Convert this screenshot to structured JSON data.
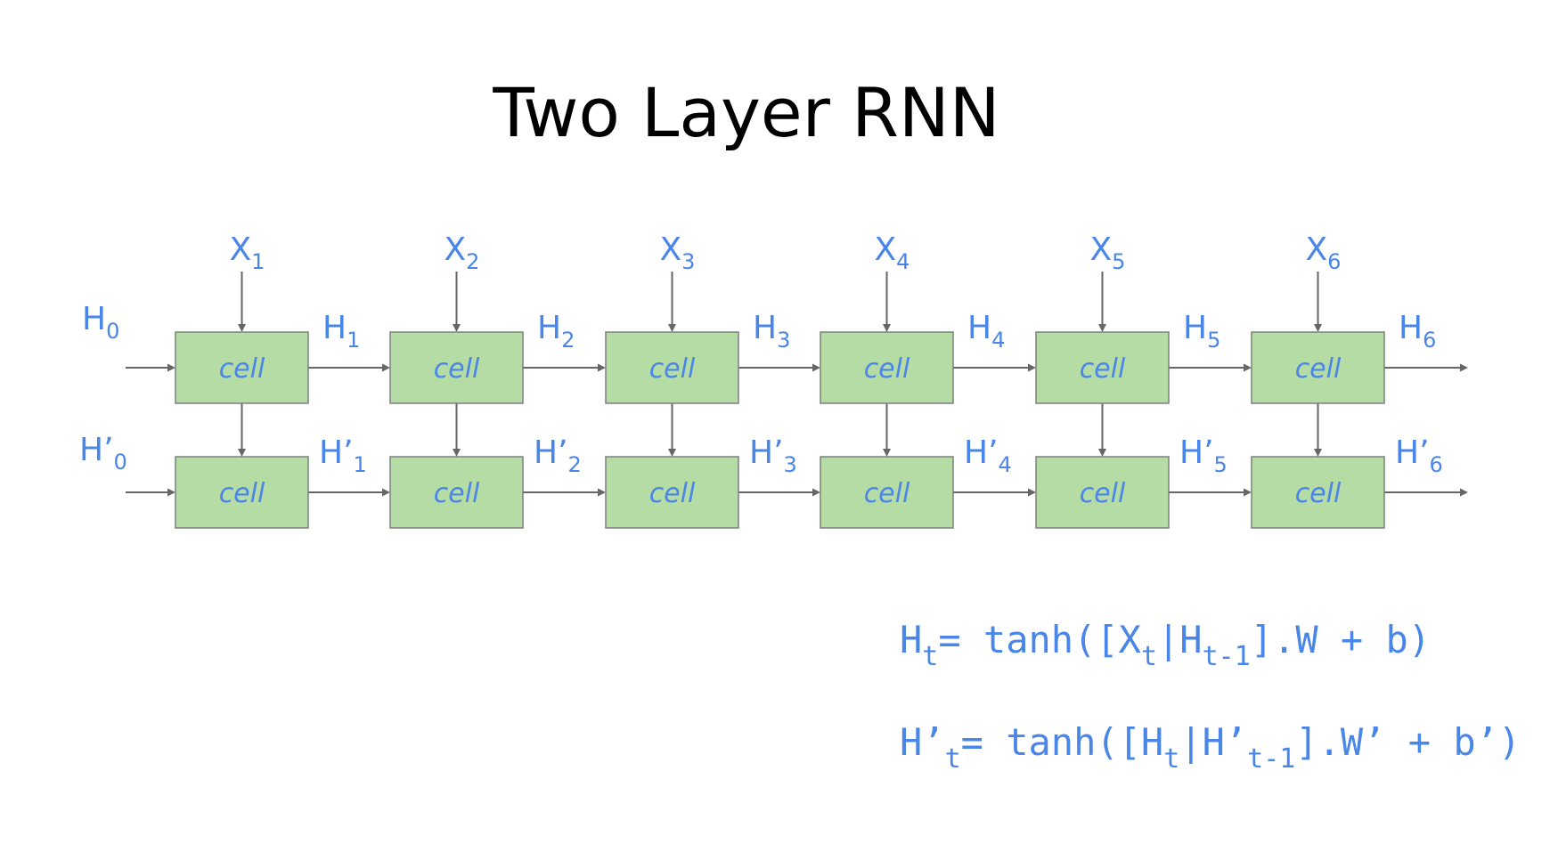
{
  "title": "Two Layer RNN",
  "diagram": {
    "cell_label": "cell",
    "inputs": [
      {
        "base": "X",
        "sub": "1"
      },
      {
        "base": "X",
        "sub": "2"
      },
      {
        "base": "X",
        "sub": "3"
      },
      {
        "base": "X",
        "sub": "4"
      },
      {
        "base": "X",
        "sub": "5"
      },
      {
        "base": "X",
        "sub": "6"
      }
    ],
    "layer1_states": [
      {
        "base": "H",
        "sub": "0"
      },
      {
        "base": "H",
        "sub": "1"
      },
      {
        "base": "H",
        "sub": "2"
      },
      {
        "base": "H",
        "sub": "3"
      },
      {
        "base": "H",
        "sub": "4"
      },
      {
        "base": "H",
        "sub": "5"
      },
      {
        "base": "H",
        "sub": "6"
      }
    ],
    "layer2_states": [
      {
        "base": "H’",
        "sub": "0"
      },
      {
        "base": "H’",
        "sub": "1"
      },
      {
        "base": "H’",
        "sub": "2"
      },
      {
        "base": "H’",
        "sub": "3"
      },
      {
        "base": "H’",
        "sub": "4"
      },
      {
        "base": "H’",
        "sub": "5"
      },
      {
        "base": "H’",
        "sub": "6"
      }
    ]
  },
  "formulas": [
    {
      "parts": [
        {
          "t": "H"
        },
        {
          "t": "t",
          "sub": true
        },
        {
          "t": "= tanh([X"
        },
        {
          "t": "t",
          "sub": true
        },
        {
          "t": "|H"
        },
        {
          "t": "t-1",
          "sub": true
        },
        {
          "t": "].W + b)"
        }
      ]
    },
    {
      "parts": [
        {
          "t": "H’"
        },
        {
          "t": "t",
          "sub": true
        },
        {
          "t": "= tanh([H"
        },
        {
          "t": "t",
          "sub": true
        },
        {
          "t": "|H’"
        },
        {
          "t": "t-1",
          "sub": true
        },
        {
          "t": "].W’ + b’)"
        }
      ]
    }
  ],
  "colors": {
    "cell_fill": "#b6dca6",
    "label_blue": "#4a86e8",
    "arrow_gray": "#666666"
  }
}
